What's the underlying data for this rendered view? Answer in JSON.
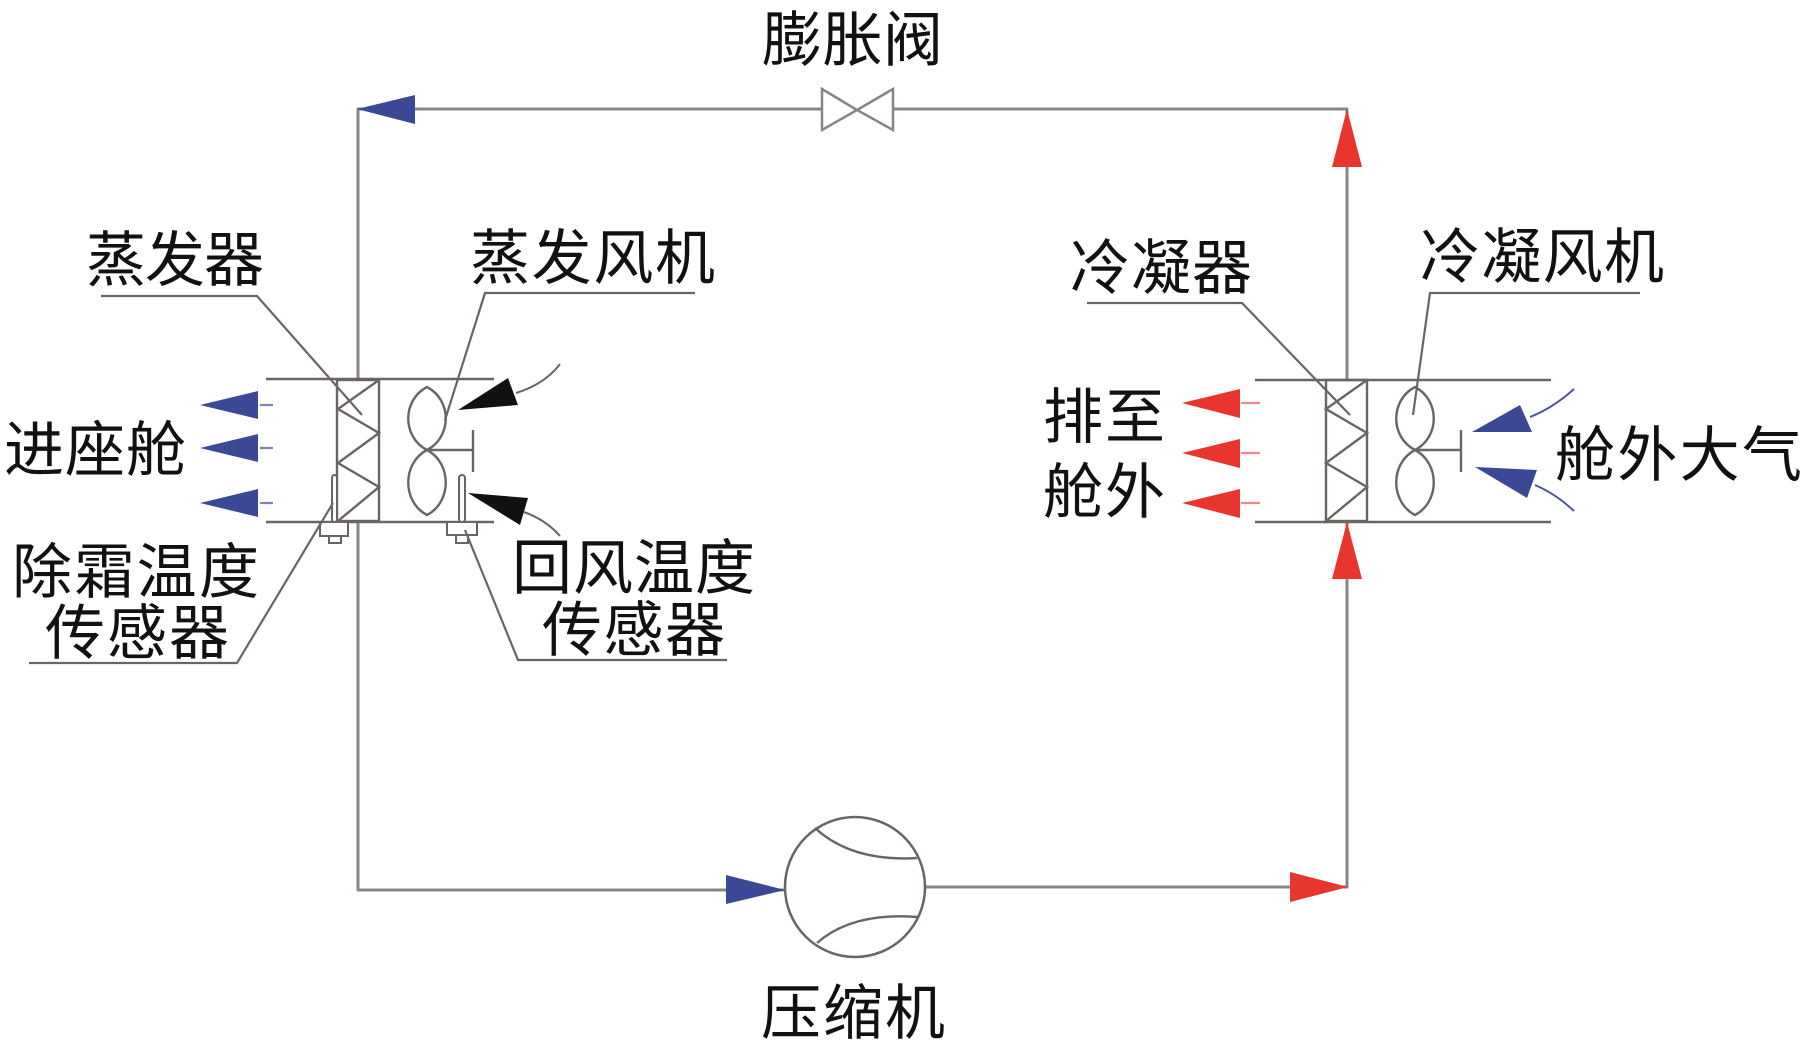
{
  "diagram": {
    "labels": {
      "expansion_valve": "膨胀阀",
      "evaporator": "蒸发器",
      "evaporator_fan": "蒸发风机",
      "condenser": "冷凝器",
      "condenser_fan": "冷凝风机",
      "to_cabin": "进座舱",
      "defrost_sensor_line1": "除霜温度",
      "defrost_sensor_line2": "传感器",
      "return_air_sensor_line1": "回风温度",
      "return_air_sensor_line2": "传感器",
      "exhaust_line1": "排至",
      "exhaust_line2": "舱外",
      "outside_air": "舱外大气",
      "compressor": "压缩机"
    },
    "colors": {
      "cold_flow": "#3a4896",
      "cold_flow_tail": "#7b83c0",
      "hot_flow": "#e8352e",
      "hot_flow_tail": "#f08a8a",
      "return_air_flow": "#111111",
      "outside_air_curve": "#4a55a0",
      "return_air_curve": "#6a6562"
    },
    "refrigerant_loop": [
      "压缩机",
      "冷凝器",
      "膨胀阀",
      "蒸发器",
      "压缩机"
    ],
    "air_flows": [
      {
        "from": "蒸发器",
        "to": "进座舱",
        "arrows": 3,
        "color": "cold_flow"
      },
      {
        "from": "冷凝器",
        "to": "排至舱外",
        "arrows": 3,
        "color": "hot_flow"
      },
      {
        "from": "舱外大气",
        "to": "冷凝风机",
        "arrows": 2,
        "color": "cold_flow"
      },
      {
        "from": "回风",
        "to": "蒸发风机",
        "arrows": 2,
        "color": "return_air_flow"
      }
    ]
  }
}
